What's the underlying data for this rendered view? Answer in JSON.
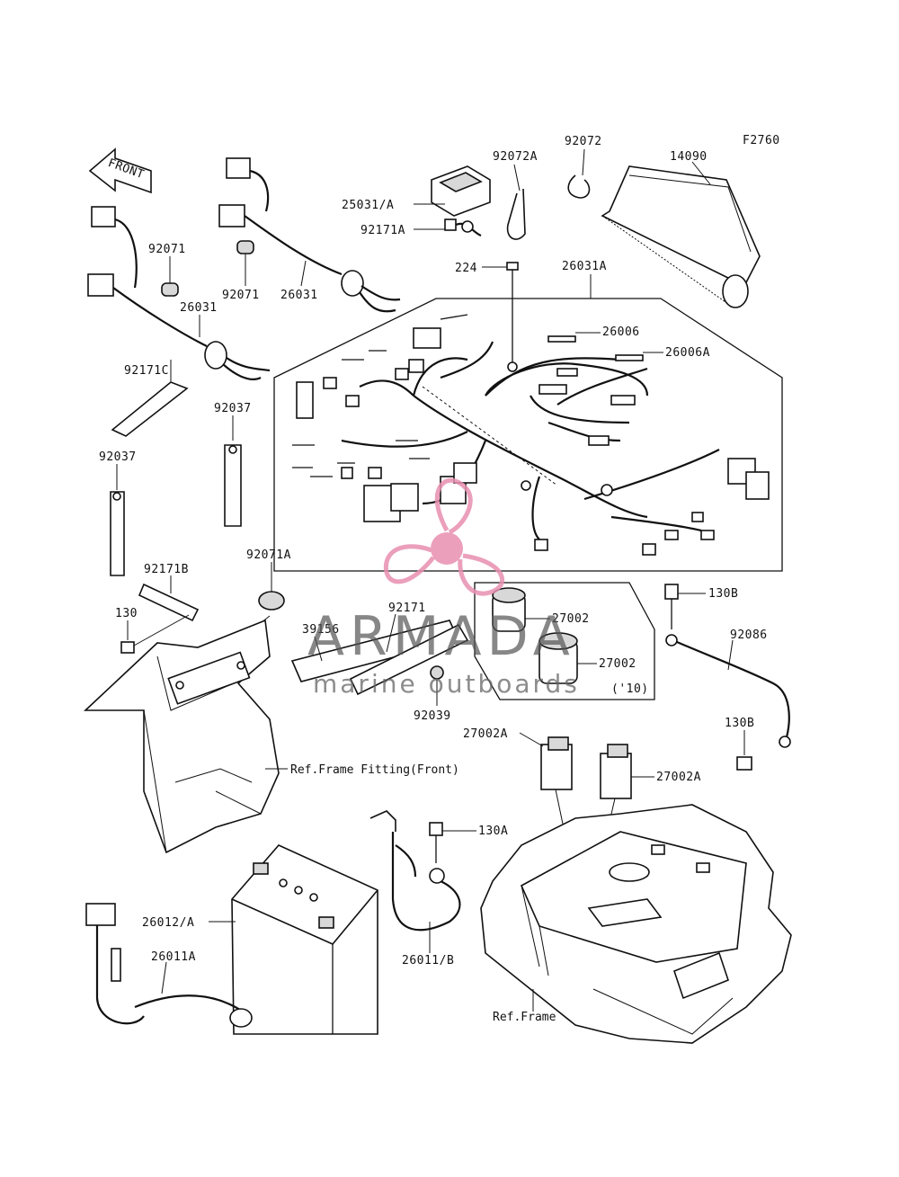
{
  "figure_code": "F2760",
  "front_arrow": "FRONT",
  "labels": {
    "p92072A": "92072A",
    "p92072": "92072",
    "p14090": "14090",
    "p25031A": "25031/A",
    "p92171A": "92171A",
    "p224": "224",
    "p26031A": "26031A",
    "p92071_a": "92071",
    "p92071_b": "92071",
    "p26031_a": "26031",
    "p26031_b": "26031",
    "p26006": "26006",
    "p26006A": "26006A",
    "p92171C": "92171C",
    "p92037_a": "92037",
    "p92037_b": "92037",
    "p92171B": "92171B",
    "p92071A": "92071A",
    "p130": "130",
    "p39156": "39156",
    "p92171": "92171",
    "p27002_a": "27002",
    "p27002_b": "27002",
    "p10": "('10)",
    "p130B_a": "130B",
    "p92086": "92086",
    "p130B_b": "130B",
    "p92039": "92039",
    "p27002A_a": "27002A",
    "p27002A_b": "27002A",
    "p130A": "130A",
    "p26012A": "26012/A",
    "p26011A": "26011A",
    "p26011B": "26011/B"
  },
  "refs": {
    "frame_fitting": "Ref.Frame Fitting(Front)",
    "frame": "Ref.Frame"
  },
  "watermark": {
    "brand": "ARMADA",
    "tagline": "marine outboards",
    "accent_color": "#e88fb0"
  }
}
